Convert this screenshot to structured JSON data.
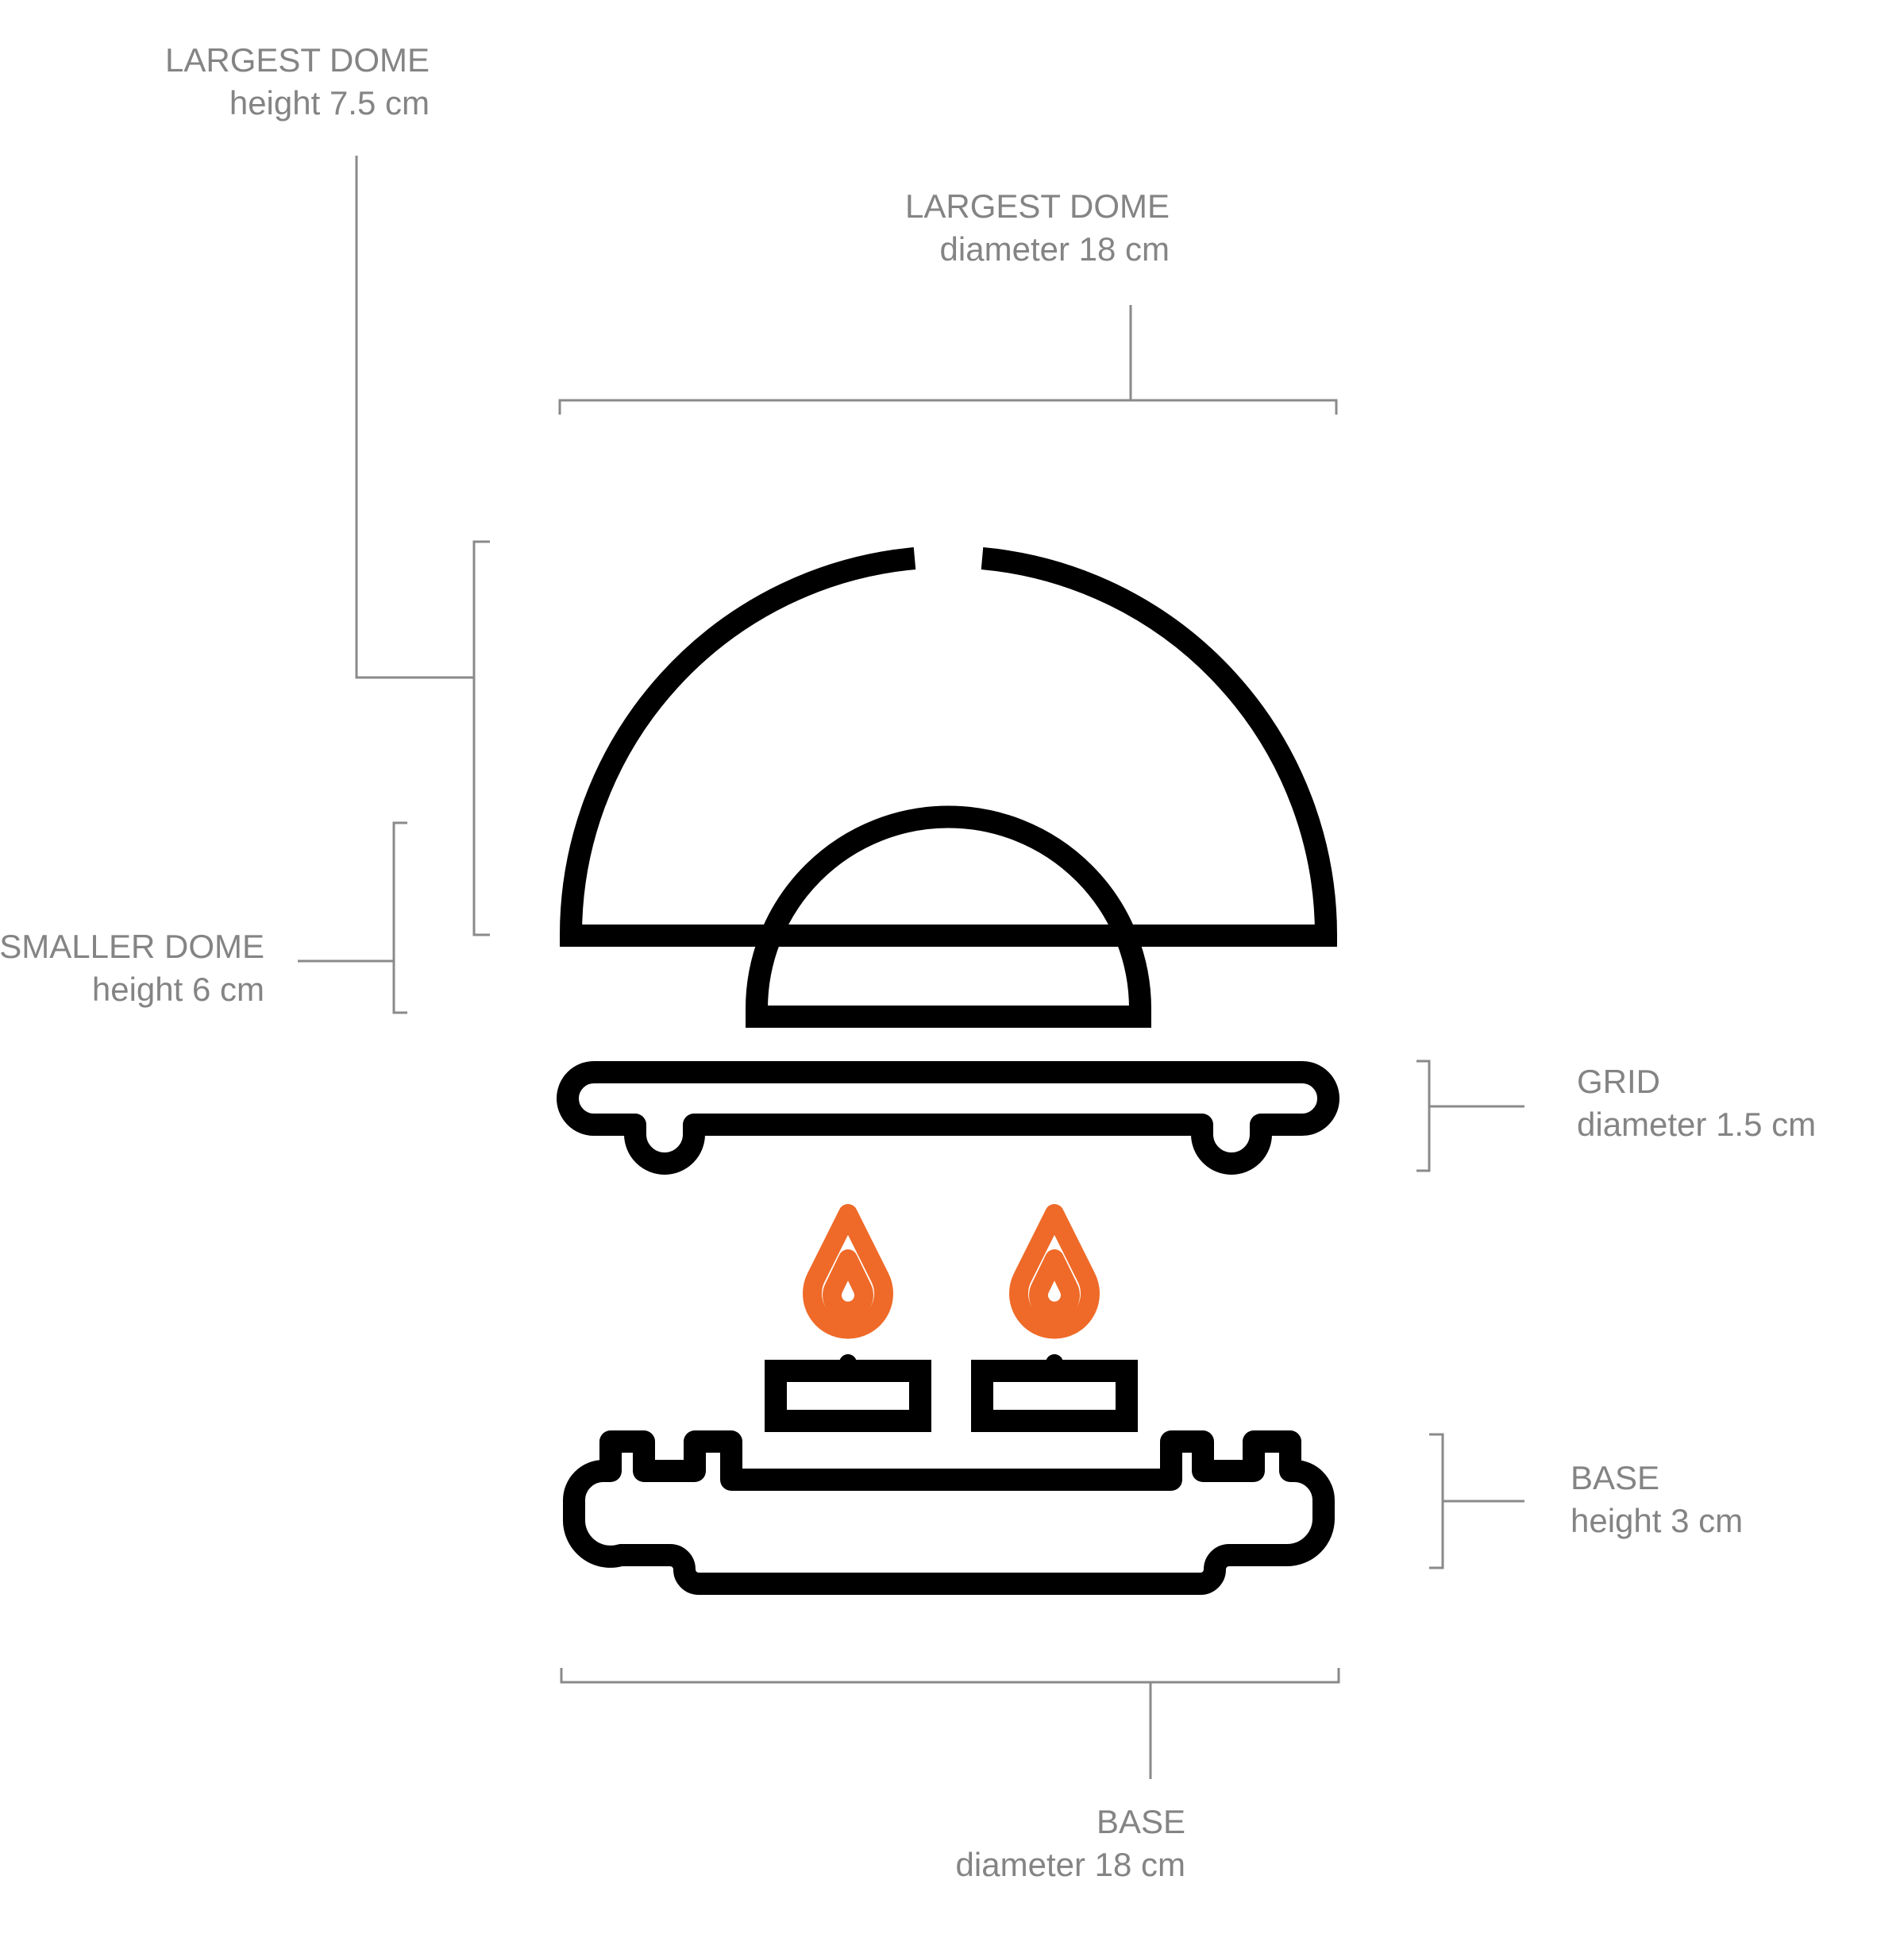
{
  "labels": {
    "largest_dome_height": {
      "title": "LARGEST DOME",
      "value": "height 7.5 cm"
    },
    "largest_dome_diameter": {
      "title": "LARGEST DOME",
      "value": "diameter 18 cm"
    },
    "smaller_dome_height": {
      "title": "SMALLER DOME",
      "value": "height 6 cm"
    },
    "grid_diameter": {
      "title": "GRID",
      "value": "diameter 1.5 cm"
    },
    "base_height": {
      "title": "BASE",
      "value": "height 3 cm"
    },
    "base_diameter": {
      "title": "BASE",
      "value": "diameter 18 cm"
    }
  },
  "colors": {
    "line": "#000000",
    "dimension": "#8a8a8a",
    "label": "#848484",
    "flame": "#ef6a28"
  }
}
